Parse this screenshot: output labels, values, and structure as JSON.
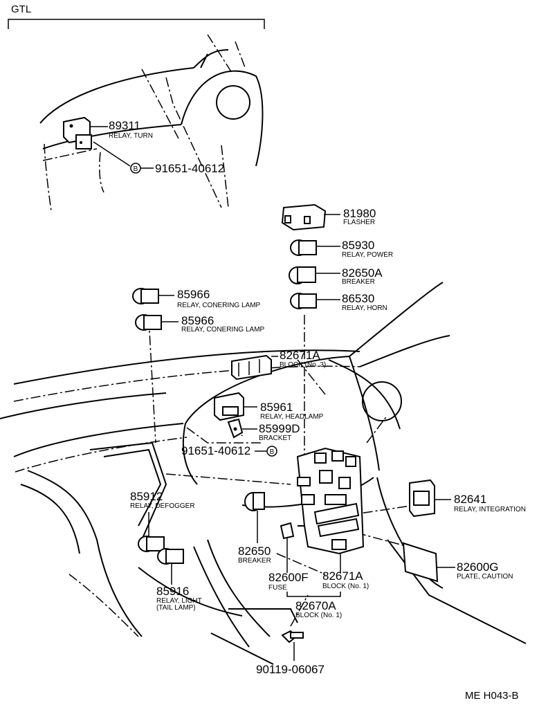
{
  "header": {
    "label": "GTL"
  },
  "footer": {
    "code": "ME H043-B"
  },
  "parts": {
    "p89311": {
      "number": "89311",
      "desc": "RELAY, TURN"
    },
    "p91651_top": {
      "marker": "B",
      "number": "91651-40612"
    },
    "p81980": {
      "number": "81980",
      "desc": "FLASHER"
    },
    "p85930": {
      "number": "85930",
      "desc": "RELAY, POWER"
    },
    "p82650A": {
      "number": "82650A",
      "desc": "BREAKER"
    },
    "p86530": {
      "number": "86530",
      "desc": "RELAY, HORN"
    },
    "p85966_a": {
      "number": "85966",
      "desc": "RELAY, CONERING LAMP"
    },
    "p85966_b": {
      "number": "85966",
      "desc": "RELAY, CONERING LAMP"
    },
    "p82671A_top": {
      "number": "82671A",
      "desc": "BLOCK (No. 3)"
    },
    "p85961": {
      "number": "85961",
      "desc": "RELAY, HEADLAMP"
    },
    "p85999D": {
      "number": "85999D",
      "desc": "BRACKET"
    },
    "p91651_mid": {
      "number": "91651-40612",
      "marker": "B"
    },
    "p85912": {
      "number": "85912",
      "desc": "RELAY, DEFOGGER"
    },
    "p82641": {
      "number": "82641",
      "desc": "RELAY, INTEGRATION"
    },
    "p82650": {
      "number": "82650",
      "desc": "BREAKER"
    },
    "p82600G": {
      "number": "82600G",
      "desc": "PLATE, CAUTION"
    },
    "p82600F": {
      "number": "82600F",
      "desc": "FUSE"
    },
    "p82671A_bot": {
      "number": "82671A",
      "desc": "BLOCK (No. 1)"
    },
    "p85916": {
      "number": "85916",
      "desc": "RELAY, LIGHT",
      "desc2": "(TAIL LAMP)"
    },
    "p82670A": {
      "number": "82670A",
      "desc": "BLOCK (No. 1)"
    },
    "p90119": {
      "number": "90119-06067"
    }
  }
}
